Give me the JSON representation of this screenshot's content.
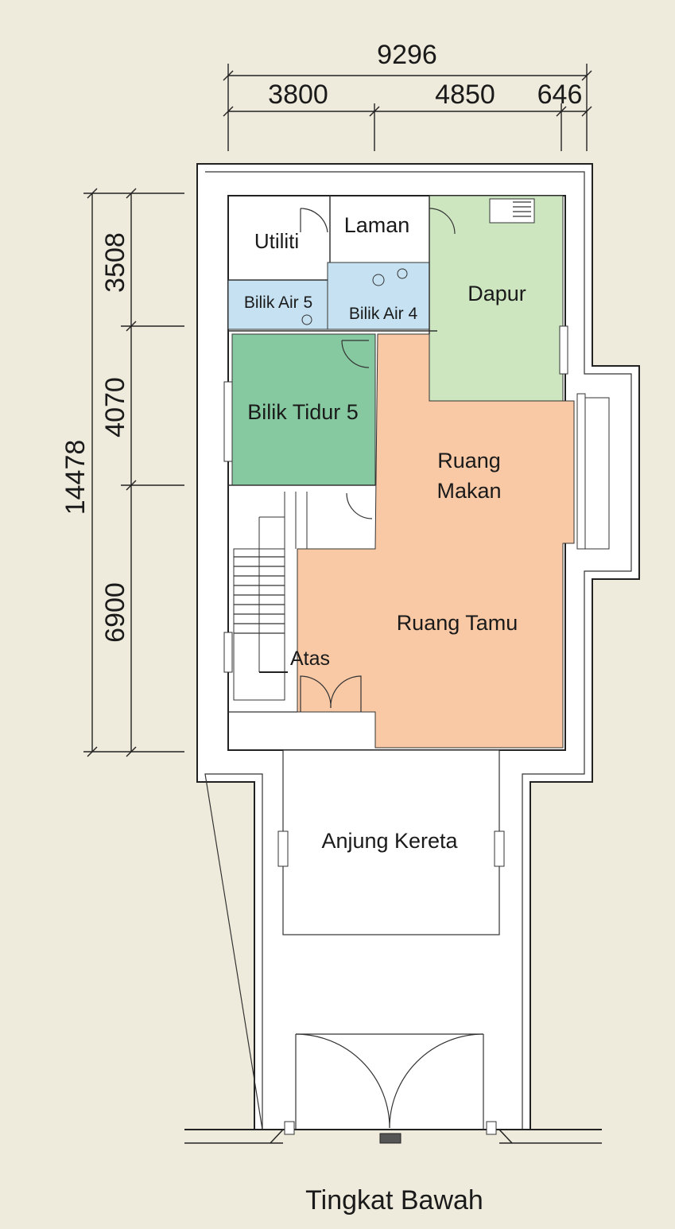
{
  "title": "Tingkat Bawah",
  "dimensions": {
    "total_width": "9296",
    "width_1": "3800",
    "width_2": "4850",
    "width_3": "646",
    "total_depth": "14478",
    "depth_1": "3508",
    "depth_2": "4070",
    "depth_3": "6900"
  },
  "rooms": {
    "utiliti": "Utiliti",
    "laman": "Laman",
    "bilik_air_5": "Bilik Air 5",
    "bilik_air_4": "Bilik Air 4",
    "dapur": "Dapur",
    "bilik_tidur_5": "Bilik Tidur 5",
    "ruang_makan_1": "Ruang",
    "ruang_makan_2": "Makan",
    "ruang_tamu": "Ruang Tamu",
    "atas": "Atas",
    "anjung_kereta": "Anjung Kereta"
  },
  "colors": {
    "background": "#efebdc",
    "bathroom": "#c6e2f2",
    "kitchen": "#cde6c0",
    "bedroom": "#86c9a0",
    "living": "#f9c9a6"
  }
}
